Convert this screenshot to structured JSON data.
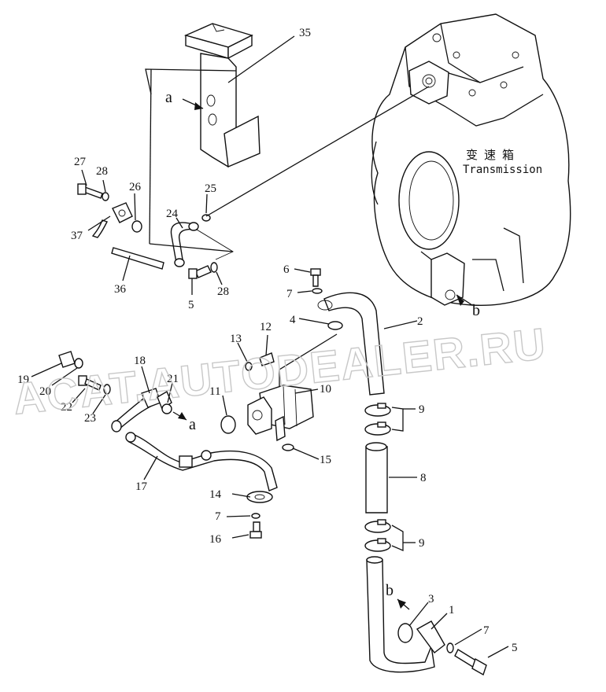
{
  "diagram": {
    "transmission_label_cn": "变速箱",
    "transmission_label_en": "Transmission",
    "watermark": "ACAT.AUTODEALER.RU",
    "view_markers": {
      "a": "a",
      "b": "b"
    },
    "callouts": {
      "c1": "1",
      "c2": "2",
      "c3": "3",
      "c4": "4",
      "c5_top": "5",
      "c5_bottom": "5",
      "c6": "6",
      "c7_top": "7",
      "c7_mid": "7",
      "c7_bottom": "7",
      "c8": "8",
      "c9_top": "9",
      "c9_bottom": "9",
      "c10": "10",
      "c11": "11",
      "c12": "12",
      "c13": "13",
      "c14": "14",
      "c15": "15",
      "c16": "16",
      "c17": "17",
      "c18": "18",
      "c19": "19",
      "c20": "20",
      "c21": "21",
      "c22": "22",
      "c23": "23",
      "c24": "24",
      "c25": "25",
      "c26": "26",
      "c27": "27",
      "c28_top": "28",
      "c28_bottom": "28",
      "c35": "35",
      "c36": "36",
      "c37": "37"
    }
  }
}
